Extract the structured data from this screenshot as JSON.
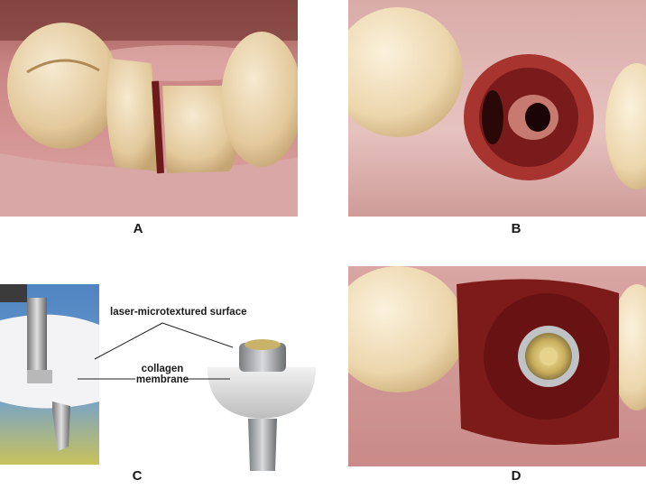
{
  "panels": {
    "a": {
      "label": "A"
    },
    "b": {
      "label": "B"
    },
    "c": {
      "label": "C"
    },
    "d": {
      "label": "D"
    }
  },
  "annotations": {
    "surface": "laser-microtextured surface",
    "membrane_line1": "collagen",
    "membrane_line2": "membrane"
  },
  "colors": {
    "tooth": "#eedcb2",
    "gum": "#cf8f8e",
    "blood": "#6b1014",
    "background_blue": "#5b8fc8",
    "titanium": "#b9bcbf",
    "gold": "#c9b36a"
  }
}
